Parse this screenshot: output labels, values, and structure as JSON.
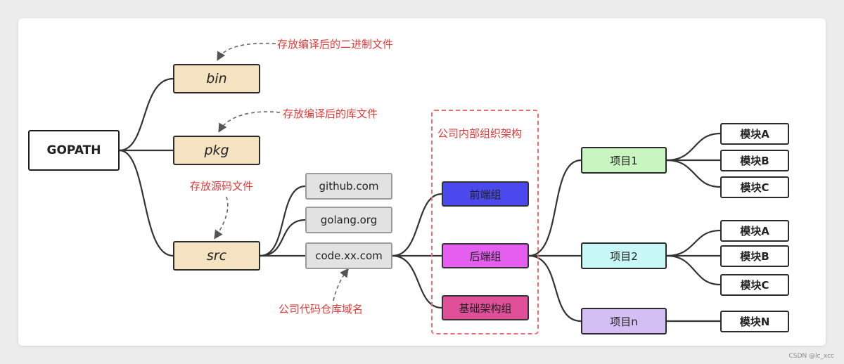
{
  "root": {
    "label": "GOPATH"
  },
  "dirs": {
    "bin": "bin",
    "pkg": "pkg",
    "src": "src"
  },
  "domains": [
    "github.com",
    "golang.org",
    "code.xx.com"
  ],
  "org": {
    "title": "公司内部组织架构",
    "teams": [
      "前端组",
      "后端组",
      "基础架构组"
    ]
  },
  "projects": [
    "项目1",
    "项目2",
    "项目n"
  ],
  "modules": {
    "p1": [
      "模块A",
      "模块B",
      "模块C"
    ],
    "p2": [
      "模块A",
      "模块B",
      "模块C"
    ],
    "pn": [
      "模块N"
    ]
  },
  "annotations": {
    "bin": "存放编译后的二进制文件",
    "pkg": "存放编译后的库文件",
    "src": "存放源码文件",
    "code_domain": "公司代码仓库域名"
  },
  "colors": {
    "dir_fill": "#f5e2c0",
    "grey_fill": "#e2e2e2",
    "frontend_fill": "#4b48ee",
    "backend_fill": "#e45ef0",
    "infra_fill": "#e0509a",
    "project1_fill": "#c9f6c0",
    "project2_fill": "#c7f7f7",
    "projectn_fill": "#d3bff4",
    "annotation_text": "#e23a3a"
  },
  "watermark": "CSDN @lc_xcc"
}
